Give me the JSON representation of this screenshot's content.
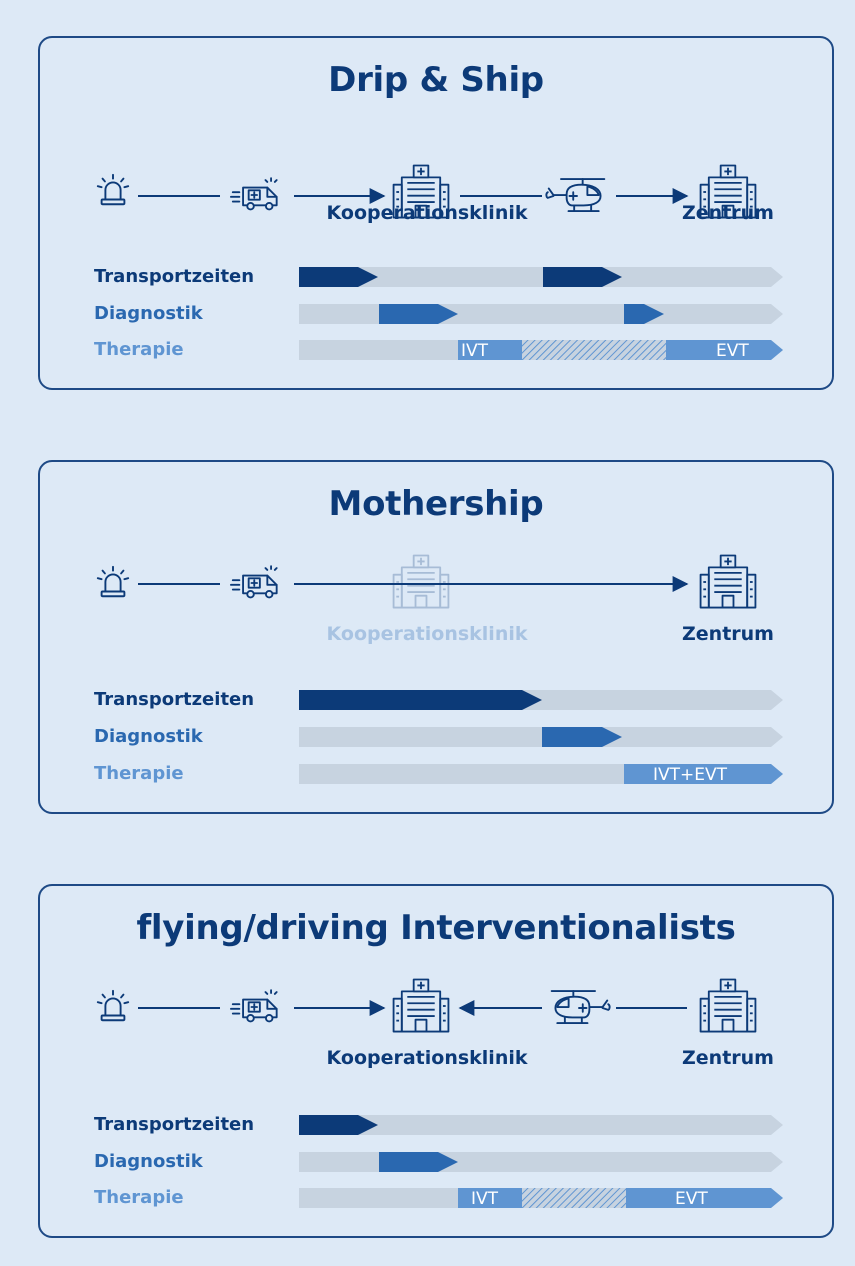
{
  "colors": {
    "background": "#dde9f6",
    "panel_border": "#1e4a86",
    "track_gray": "#c7d3e0",
    "transport_dark": "#0c3a78",
    "diagnostik_mid": "#2a68b0",
    "therapie_light": "#5f95d2",
    "hatch": "#5f95d2",
    "faded_label": "#a8c3e2"
  },
  "icons": [
    "siren-icon",
    "ambulance-icon",
    "hospital-icon",
    "helicopter-icon"
  ],
  "panels": [
    {
      "title": "Drip & Ship",
      "locations": {
        "kooperationsklinik": "Kooperationsklinik",
        "zentrum": "Zentrum"
      },
      "rows": {
        "transport": "Transportzeiten",
        "diagnostik": "Diagnostik",
        "therapie": "Therapie"
      },
      "therapy_labels": [
        "IVT",
        "EVT"
      ]
    },
    {
      "title": "Mothership",
      "locations": {
        "kooperationsklinik": "Kooperationsklinik",
        "zentrum": "Zentrum"
      },
      "rows": {
        "transport": "Transportzeiten",
        "diagnostik": "Diagnostik",
        "therapie": "Therapie"
      },
      "therapy_labels": [
        "IVT+EVT"
      ]
    },
    {
      "title": "flying/driving Interventionalists",
      "locations": {
        "kooperationsklinik": "Kooperationsklinik",
        "zentrum": "Zentrum"
      },
      "rows": {
        "transport": "Transportzeiten",
        "diagnostik": "Diagnostik",
        "therapie": "Therapie"
      },
      "therapy_labels": [
        "IVT",
        "EVT"
      ]
    }
  ]
}
